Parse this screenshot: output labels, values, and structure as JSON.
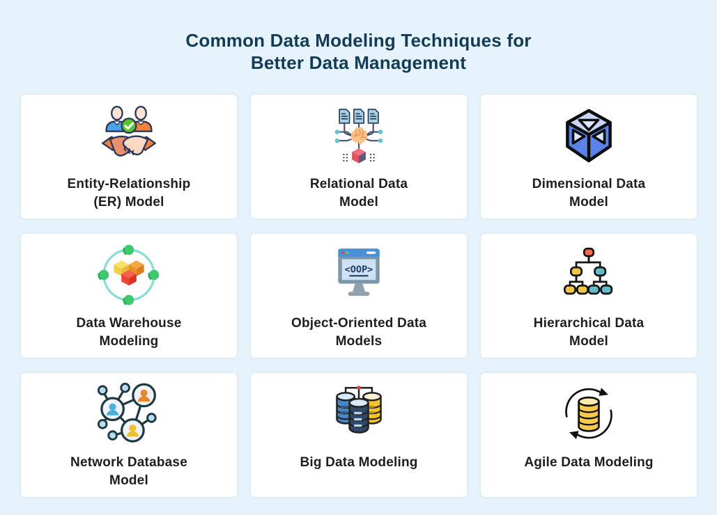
{
  "header": {
    "title": "Common Data Modeling Techniques for\nBetter Data Management"
  },
  "cards": [
    {
      "label": "Entity-Relationship\n(ER) Model",
      "icon": "handshake-people-check-icon"
    },
    {
      "label": "Relational Data\nModel",
      "icon": "documents-brain-cube-icon"
    },
    {
      "label": "Dimensional Data\nModel",
      "icon": "isometric-cube-icon"
    },
    {
      "label": "Data Warehouse\nModeling",
      "icon": "cubes-orbit-icon"
    },
    {
      "label": "Object-Oriented Data\nModels",
      "icon": "oop-monitor-icon",
      "screen_text": "<OOP>"
    },
    {
      "label": "Hierarchical Data\nModel",
      "icon": "tree-hierarchy-icon"
    },
    {
      "label": "Network Database\nModel",
      "icon": "people-network-icon"
    },
    {
      "label": "Big Data Modeling",
      "icon": "database-cluster-icon"
    },
    {
      "label": "Agile Data Modeling",
      "icon": "database-cycle-icon"
    }
  ],
  "colors": {
    "background": "#e7f3fc",
    "card": "#ffffff",
    "title": "#123c55",
    "label": "#1e1e1e",
    "accent_blue": "#4da3e8",
    "accent_orange": "#f5823c",
    "accent_green": "#58c52c",
    "accent_teal": "#62bcca",
    "accent_yellow": "#f2c94c",
    "accent_red": "#ef6a4e"
  }
}
